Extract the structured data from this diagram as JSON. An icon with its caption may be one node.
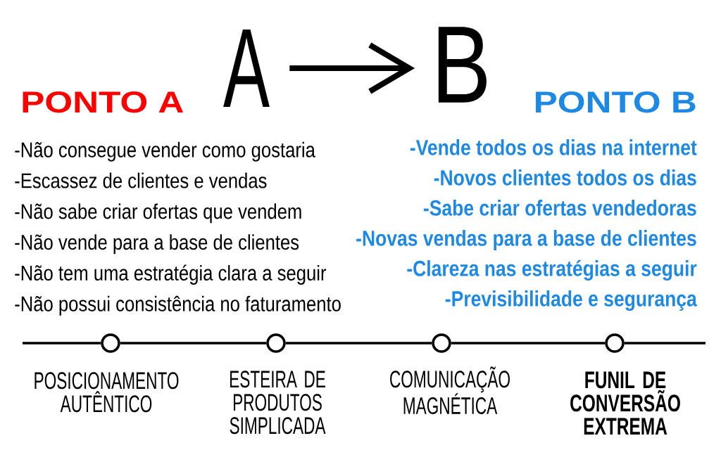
{
  "diagram": {
    "nodes": [
      {
        "text": [
          "A"
        ]
      },
      {
        "text": [
          "B"
        ]
      },
      {
        "text": [],
        "shape": "circle",
        "beside": [
          "POSICIONAMENTO AUTÊNTICO"
        ]
      },
      {
        "text": [],
        "shape": "circle",
        "beside": [
          "ESTEIRA DE PRODUTOS SIMPLICADA"
        ]
      },
      {
        "text": [],
        "shape": "circle",
        "beside": [
          "COMUNICAÇÃO MAGNÉTICA"
        ]
      },
      {
        "text": [],
        "shape": "circle",
        "beside": [
          "FUNIL DE CONVERSÃO EXTREMA"
        ]
      }
    ],
    "edges": [
      {
        "from": 0,
        "to": 1,
        "arrow": "to",
        "style": "thick"
      },
      {
        "from": null,
        "to": 2,
        "arrow": "none"
      },
      {
        "from": 2,
        "to": 3,
        "arrow": "none"
      },
      {
        "from": 3,
        "to": 4,
        "arrow": "none"
      },
      {
        "from": 4,
        "to": 5,
        "arrow": "none"
      },
      {
        "from": 5,
        "to": null,
        "arrow": "none"
      }
    ],
    "labels": [
      "PONTO A",
      "-Não consegue vender como gostaria",
      "-Escassez de clientes e vendas",
      "-Não sabe criar ofertas que vendem",
      "-Não vende para a base de clientes",
      "-Não tem uma estratégia clara a seguir",
      "-Não possui consistência no faturamento",
      "PONTO B",
      "-Vende todos os dias na internet",
      "-Novos clientes todos os dias",
      "-Sabe criar ofertas vendedoras",
      "-Novas vendas para a base de clientes",
      "-Clareza nas estratégias a seguir",
      "-Previsibilidade e segurança"
    ]
  }
}
